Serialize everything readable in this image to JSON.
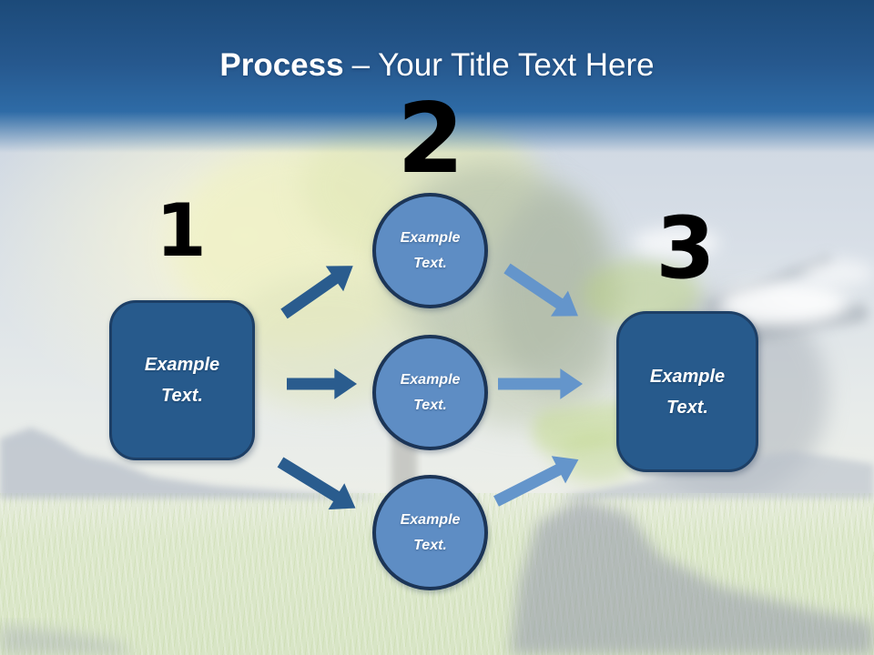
{
  "slide": {
    "title": {
      "emphasis": "Process",
      "rest": "– Your Title Text Here"
    },
    "steps": [
      {
        "label": "1"
      },
      {
        "label": "2"
      },
      {
        "label": "3"
      }
    ],
    "nodes": {
      "left_box": {
        "line1": "Example",
        "line2": "Text."
      },
      "top_circle": {
        "line1": "Example",
        "line2": "Text."
      },
      "middle_circle": {
        "line1": "Example",
        "line2": "Text."
      },
      "bottom_circle": {
        "line1": "Example",
        "line2": "Text."
      },
      "right_box": {
        "line1": "Example",
        "line2": "Text."
      }
    },
    "colors": {
      "header_top": "#1c4a79",
      "header_bottom": "#2e6ba6",
      "title_color": "#ffffff",
      "number_color": "#000000",
      "box_fill": "#275a8c",
      "box_border": "#1d3f66",
      "circle_fill": "#5e8dc4",
      "circle_border": "#1c3557",
      "arrow_dark": "#2a5c8e",
      "arrow_light": "#6495cb"
    }
  }
}
